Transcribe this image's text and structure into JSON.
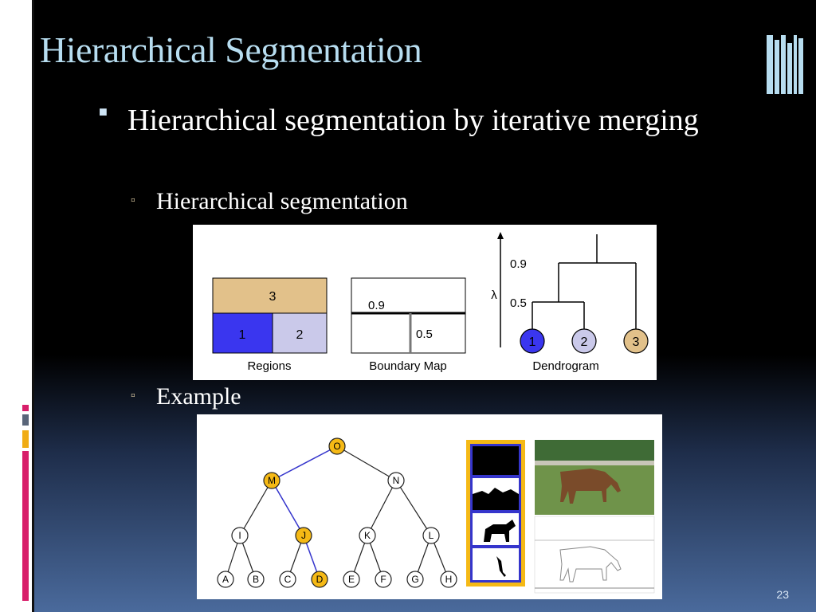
{
  "title": "Hierarchical Segmentation",
  "bullet": "Hierarchical segmentation by iterative merging",
  "sub1": "Hierarchical segmentation",
  "sub2": "Example",
  "page_number": "23",
  "figure1": {
    "regions": {
      "label": "Regions",
      "r1": "1",
      "r2": "2",
      "r3": "3"
    },
    "boundary": {
      "label": "Boundary Map",
      "v1": "0.9",
      "v2": "0.5"
    },
    "dendrogram": {
      "label": "Dendrogram",
      "lambda": "λ",
      "t1": "0.9",
      "t2": "0.5",
      "nodes": [
        "1",
        "2",
        "3"
      ]
    }
  },
  "figure2": {
    "tree": {
      "root": "O",
      "level1": [
        "M",
        "N"
      ],
      "level2": [
        "I",
        "J",
        "K",
        "L"
      ],
      "leaves": [
        "A",
        "B",
        "C",
        "D",
        "E",
        "F",
        "G",
        "H"
      ],
      "highlighted": [
        "O",
        "M",
        "J",
        "D"
      ]
    }
  },
  "colors": {
    "title": "#b7ddf0",
    "region1": "#3a36ef",
    "region2": "#cac9ea",
    "region3": "#e2c18a",
    "highlight": "#f5b915",
    "tree_edge": "#3535cc"
  }
}
